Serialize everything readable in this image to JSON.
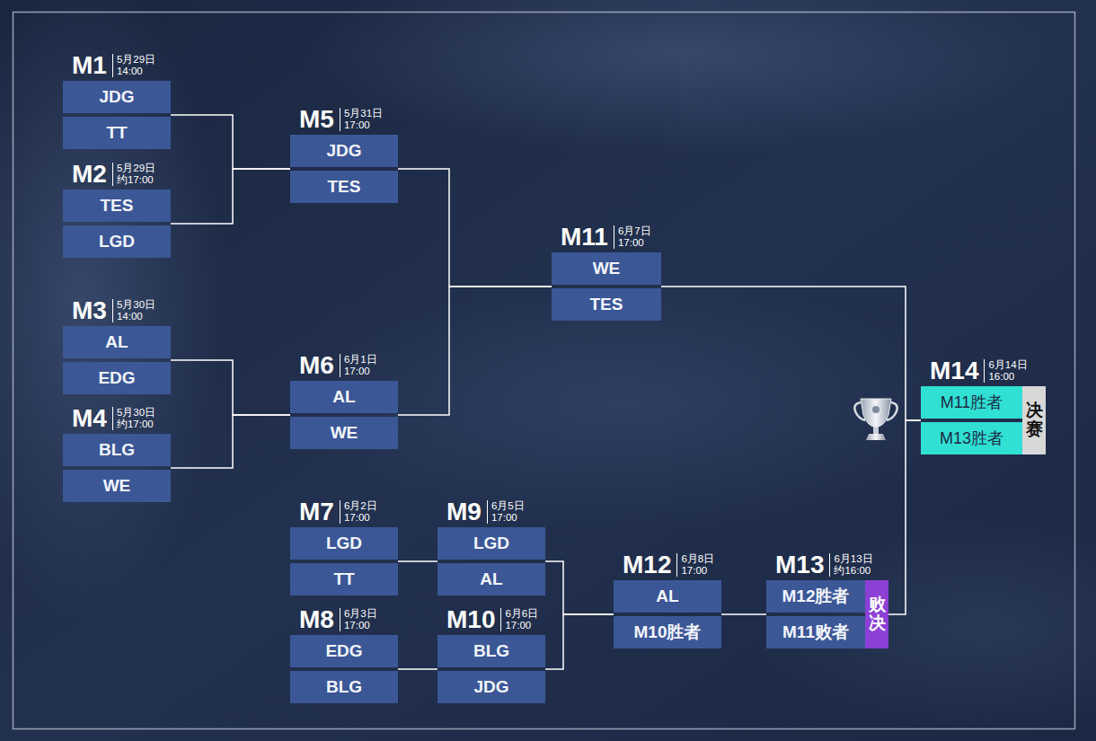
{
  "diagram": {
    "nodes": [
      {
        "text": [
          "M1",
          "5月29日 14:00"
        ]
      },
      {
        "text": [
          "JDG"
        ],
        "in": 0
      },
      {
        "text": [
          "TT"
        ],
        "in": 0
      },
      {
        "text": [
          "M2",
          "5月29日 约17:00"
        ]
      },
      {
        "text": [
          "TES"
        ],
        "in": 3
      },
      {
        "text": [
          "LGD"
        ],
        "in": 3
      },
      {
        "text": [
          "M3",
          "5月30日 14:00"
        ]
      },
      {
        "text": [
          "AL"
        ],
        "in": 6
      },
      {
        "text": [
          "EDG"
        ],
        "in": 6
      },
      {
        "text": [
          "M4",
          "5月30日 约17:00"
        ]
      },
      {
        "text": [
          "BLG"
        ],
        "in": 9
      },
      {
        "text": [
          "WE"
        ],
        "in": 9
      },
      {
        "text": [
          "M5",
          "5月31日 17:00"
        ]
      },
      {
        "text": [
          "JDG"
        ],
        "in": 12
      },
      {
        "text": [
          "TES"
        ],
        "in": 12
      },
      {
        "text": [
          "M6",
          "6月1日 17:00"
        ]
      },
      {
        "text": [
          "AL"
        ],
        "in": 15
      },
      {
        "text": [
          "WE"
        ],
        "in": 15
      },
      {
        "text": [
          "M11",
          "6月7日 17:00"
        ]
      },
      {
        "text": [
          "WE"
        ],
        "in": 18
      },
      {
        "text": [
          "TES"
        ],
        "in": 18
      },
      {
        "text": [
          "M14",
          "6月14日 16:00"
        ]
      },
      {
        "text": [
          "M11胜者"
        ],
        "in": 21
      },
      {
        "text": [
          "M13胜者"
        ],
        "in": 21
      },
      {
        "text": [
          "决赛"
        ],
        "in": 21
      },
      {
        "text": [
          "M7",
          "6月2日 17:00"
        ]
      },
      {
        "text": [
          "LGD"
        ],
        "in": 25
      },
      {
        "text": [
          "TT"
        ],
        "in": 25
      },
      {
        "text": [
          "M9",
          "6月5日 17:00"
        ]
      },
      {
        "text": [
          "LGD"
        ],
        "in": 28
      },
      {
        "text": [
          "AL"
        ],
        "in": 28
      },
      {
        "text": [
          "M12",
          "6月8日 17:00"
        ]
      },
      {
        "text": [
          "AL"
        ],
        "in": 31
      },
      {
        "text": [
          "M10胜者"
        ],
        "in": 31
      },
      {
        "text": [
          "M13",
          "6月13日 约16:00"
        ]
      },
      {
        "text": [
          "M12胜者"
        ],
        "in": 34
      },
      {
        "text": [
          "M11败者"
        ],
        "in": 34
      },
      {
        "text": [
          "败决"
        ],
        "in": 34
      },
      {
        "text": [
          "M8",
          "6月3日 17:00"
        ]
      },
      {
        "text": [
          "EDG"
        ],
        "in": 38
      },
      {
        "text": [
          "BLG"
        ],
        "in": 38
      },
      {
        "text": [
          "M10",
          "6月6日 17:00"
        ]
      },
      {
        "text": [
          "BLG"
        ],
        "in": 41
      },
      {
        "text": [
          "JDG"
        ],
        "in": 41
      }
    ],
    "edges": [
      {
        "from": 0,
        "to": 12,
        "arrow": "none"
      },
      {
        "from": 3,
        "to": 12,
        "arrow": "none"
      },
      {
        "from": 6,
        "to": 15,
        "arrow": "none"
      },
      {
        "from": 9,
        "to": 15,
        "arrow": "none"
      },
      {
        "from": 12,
        "to": 18,
        "arrow": "none"
      },
      {
        "from": 15,
        "to": 18,
        "arrow": "none"
      },
      {
        "from": 25,
        "to": 28,
        "arrow": "none"
      },
      {
        "from": 38,
        "to": 41,
        "arrow": "none"
      },
      {
        "from": 28,
        "to": 31,
        "arrow": "none"
      },
      {
        "from": 41,
        "to": 31,
        "arrow": "none"
      },
      {
        "from": 31,
        "to": 34,
        "arrow": "none"
      },
      {
        "from": 18,
        "to": 21,
        "arrow": "none"
      },
      {
        "from": 34,
        "to": 21,
        "arrow": "none"
      }
    ]
  }
}
